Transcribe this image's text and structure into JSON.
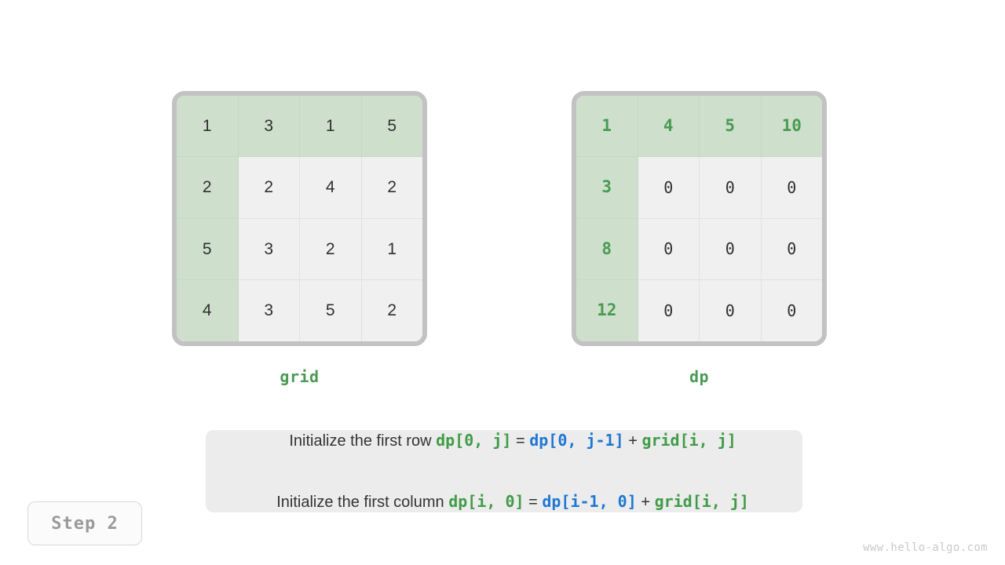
{
  "background": "#ffffff",
  "colors": {
    "highlight_cell": "#cee0cc",
    "plain_cell": "#f0f0f0",
    "matrix_border": "#c2c2c2",
    "accent_green": "#4a9a53",
    "code_green": "#3f9c48",
    "code_blue": "#1f77d4",
    "panel_bg": "#ececec",
    "text_dark": "#2f2f2f",
    "badge_text": "#9a9a9a",
    "watermark": "#c9c9c9"
  },
  "grid_matrix": {
    "caption": "grid",
    "rows": [
      [
        {
          "value": "1",
          "highlight": true
        },
        {
          "value": "3",
          "highlight": true
        },
        {
          "value": "1",
          "highlight": true
        },
        {
          "value": "5",
          "highlight": true
        }
      ],
      [
        {
          "value": "2",
          "highlight": true
        },
        {
          "value": "2",
          "highlight": false
        },
        {
          "value": "4",
          "highlight": false
        },
        {
          "value": "2",
          "highlight": false
        }
      ],
      [
        {
          "value": "5",
          "highlight": true
        },
        {
          "value": "3",
          "highlight": false
        },
        {
          "value": "2",
          "highlight": false
        },
        {
          "value": "1",
          "highlight": false
        }
      ],
      [
        {
          "value": "4",
          "highlight": true
        },
        {
          "value": "3",
          "highlight": false
        },
        {
          "value": "5",
          "highlight": false
        },
        {
          "value": "2",
          "highlight": false
        }
      ]
    ]
  },
  "dp_matrix": {
    "caption": "dp",
    "rows": [
      [
        {
          "value": "1",
          "highlight": true
        },
        {
          "value": "4",
          "highlight": true
        },
        {
          "value": "5",
          "highlight": true
        },
        {
          "value": "10",
          "highlight": true
        }
      ],
      [
        {
          "value": "3",
          "highlight": true
        },
        {
          "value": "0",
          "highlight": false
        },
        {
          "value": "0",
          "highlight": false
        },
        {
          "value": "0",
          "highlight": false
        }
      ],
      [
        {
          "value": "8",
          "highlight": true
        },
        {
          "value": "0",
          "highlight": false
        },
        {
          "value": "0",
          "highlight": false
        },
        {
          "value": "0",
          "highlight": false
        }
      ],
      [
        {
          "value": "12",
          "highlight": true
        },
        {
          "value": "0",
          "highlight": false
        },
        {
          "value": "0",
          "highlight": false
        },
        {
          "value": "0",
          "highlight": false
        }
      ]
    ]
  },
  "formula": {
    "line1": {
      "text": "Initialize the first row ",
      "lhs": "dp[0, j]",
      "eq": " = ",
      "rhs1": "dp[0, j-1]",
      "plus": " + ",
      "rhs2": "grid[i, j]"
    },
    "line2": {
      "text": "Initialize the first column ",
      "lhs": "dp[i, 0]",
      "eq": " = ",
      "rhs1": "dp[i-1, 0]",
      "plus": " + ",
      "rhs2": "grid[i, j]"
    }
  },
  "step_badge": "Step 2",
  "watermark": "www.hello-algo.com"
}
